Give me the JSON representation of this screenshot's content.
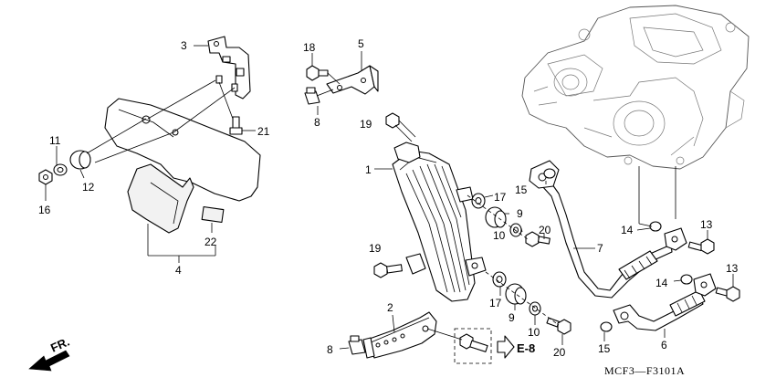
{
  "callouts": {
    "c3": "3",
    "c18": "18",
    "c5": "5",
    "c8a": "8",
    "c21": "21",
    "c19a": "19",
    "c11": "11",
    "c12": "12",
    "c16": "16",
    "c1": "1",
    "c15a": "15",
    "c17a": "17",
    "c9a": "9",
    "c10a": "10",
    "c20a": "20",
    "c7": "7",
    "c14a": "14",
    "c13a": "13",
    "c22": "22",
    "c4": "4",
    "c19b": "19",
    "c14b": "14",
    "c13b": "13",
    "c17b": "17",
    "c9b": "9",
    "c10b": "10",
    "c2": "2",
    "c8b": "8",
    "c20b": "20",
    "c15b": "15",
    "c6": "6"
  },
  "reference": "E-8",
  "direction": "FR.",
  "diagram_code": "MCF3—F3101A"
}
